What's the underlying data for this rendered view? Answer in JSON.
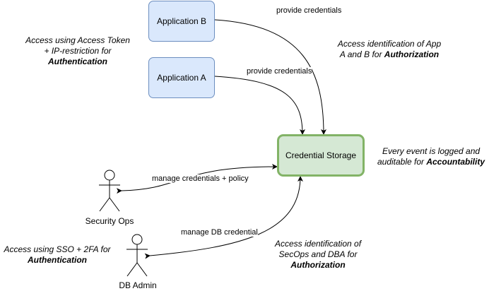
{
  "nodes": {
    "app_b": "Application B",
    "app_a": "Application A",
    "storage": "Credential Storage"
  },
  "actors": {
    "security_ops": "Security Ops",
    "db_admin": "DB Admin"
  },
  "edges": {
    "app_b": "provide credentials",
    "app_a": "provide credentials",
    "security_ops": "manage credentials + policy",
    "db_admin": "manage DB credential"
  },
  "notes": {
    "apps_auth": {
      "line1": "Access using Access Token",
      "line2": "+ IP-restriction for",
      "bold": "Authentication"
    },
    "apps_authz": {
      "line1": "Access identification of App",
      "line2_prefix": "A and B for ",
      "bold": "Authorization"
    },
    "accountability": {
      "line1": "Every event is logged and",
      "line2_prefix": "auditable for ",
      "bold": "Accountability"
    },
    "admin_auth": {
      "line1": "Access using SSO + 2FA for",
      "bold": "Authentication"
    },
    "admin_authz": {
      "line1": "Access identification of",
      "line2": "SecOps and DBA for",
      "bold": "Authorization"
    }
  },
  "colors": {
    "app_fill": "#dae8fc",
    "app_stroke": "#6c8ebf",
    "storage_fill": "#d5e8d4",
    "storage_stroke": "#82b366"
  },
  "icons": {
    "actor": "stick-figure-icon"
  }
}
